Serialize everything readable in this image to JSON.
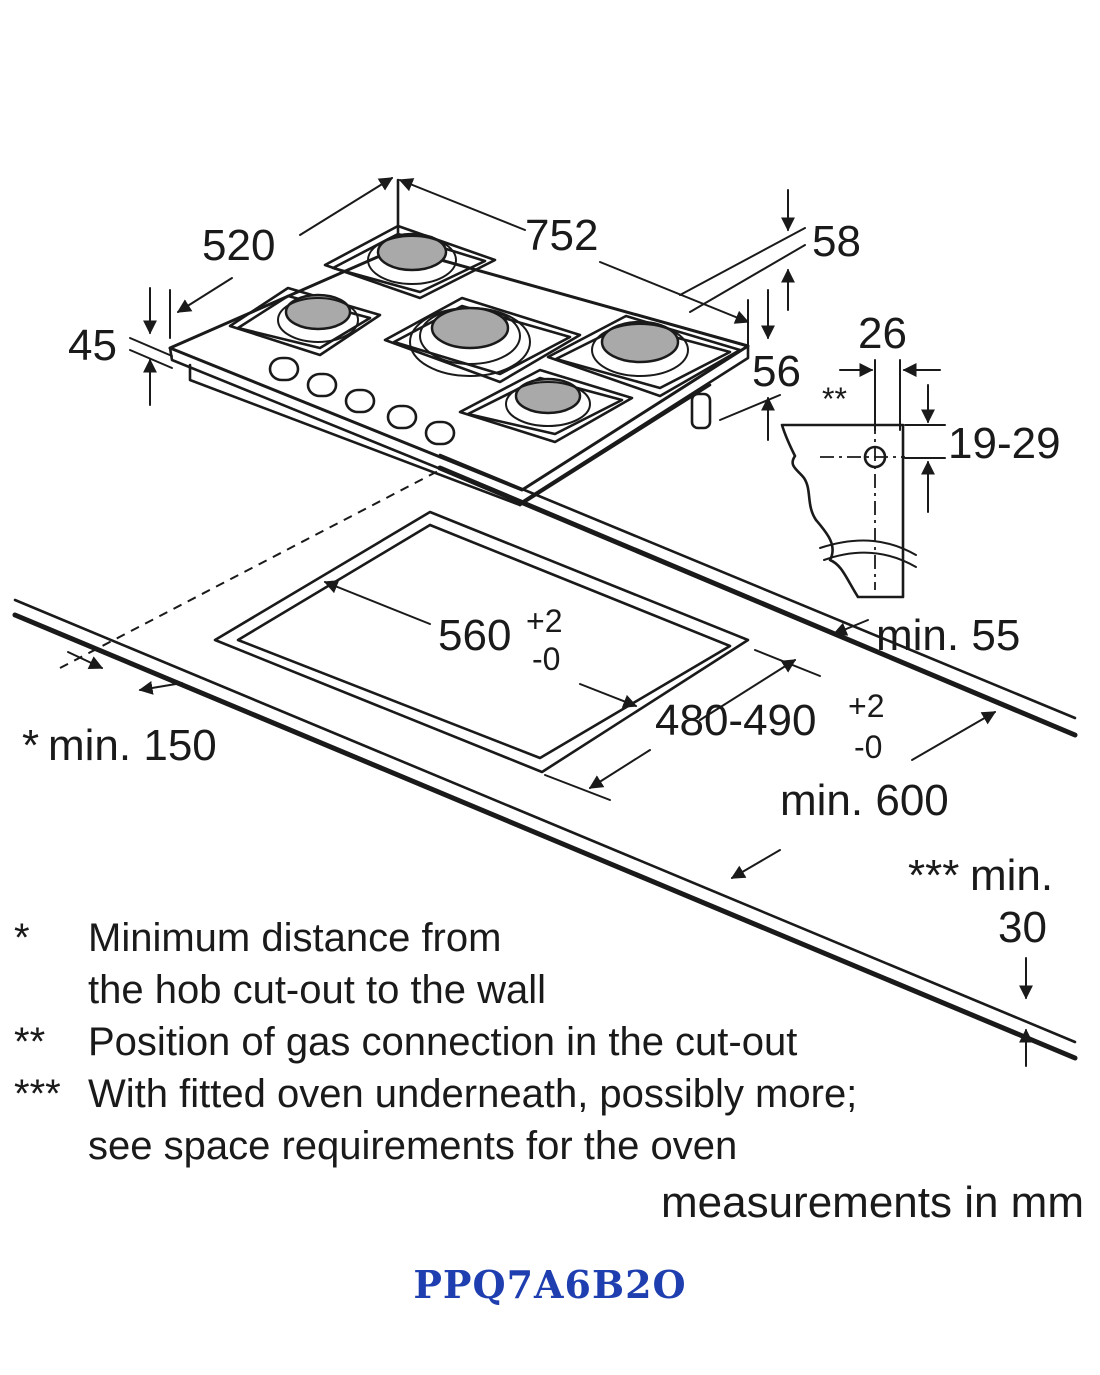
{
  "dimensions": {
    "d520": "520",
    "d752": "752",
    "d58": "58",
    "d45": "45",
    "d56": "56",
    "d26": "26",
    "d_gas_mark": "**",
    "d19_29": "19-29",
    "d_min55": "min. 55",
    "d560": "560",
    "d560_tol_plus": "+2",
    "d560_tol_minus": "-0",
    "d480_490": "480-490",
    "d480_tol_plus": "+2",
    "d480_tol_minus": "-0",
    "d_min150_mark": "*",
    "d_min150": "min. 150",
    "d_min600": "min. 600",
    "d_min30_mark": "***",
    "d_min30_a": "min.",
    "d_min30_b": "30"
  },
  "notes": [
    {
      "mark": "*",
      "lines": [
        "Minimum distance from",
        "the hob cut-out to the wall"
      ]
    },
    {
      "mark": "**",
      "lines": [
        "Position of gas connection in the cut-out"
      ]
    },
    {
      "mark": "***",
      "lines": [
        "With fitted oven underneath, possibly more;",
        "see space requirements for the oven"
      ]
    }
  ],
  "units_label": "measurements in mm",
  "model": "PPQ7A6B2O",
  "colors": {
    "model_text": "#1f3fb0",
    "line": "#1a1a1a",
    "burner_fill": "#a9a9a9"
  }
}
